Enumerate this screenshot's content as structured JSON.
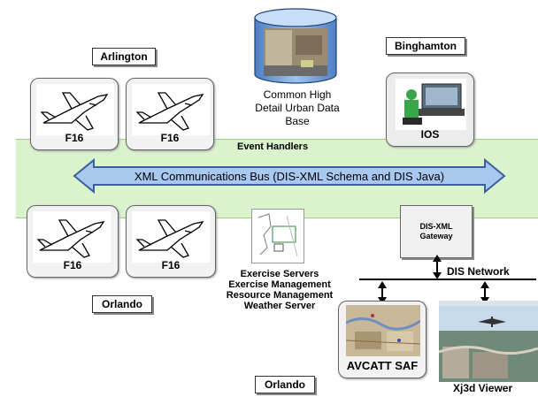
{
  "sites": {
    "arlington": "Arlington",
    "binghamton": "Binghamton",
    "orlando_left": "Orlando",
    "orlando_bottom": "Orlando"
  },
  "aircraft": {
    "label": "F16"
  },
  "database": {
    "line1": "Common High",
    "line2": "Detail Urban Data",
    "line3": "Base"
  },
  "ios": {
    "label": "IOS"
  },
  "bus": {
    "event_handlers": "Event Handlers",
    "label": "XML Communications Bus (DIS-XML Schema and DIS Java)"
  },
  "gateway": {
    "line1": "DIS-XML",
    "line2": "Gateway"
  },
  "network": {
    "label": "DIS Network"
  },
  "servers": {
    "line1": "Exercise Servers",
    "line2": "Exercise Management",
    "line3": "Resource Management",
    "line4": "Weather Server"
  },
  "saf": {
    "label": "AVCATT SAF"
  },
  "viewer": {
    "label": "Xj3d Viewer"
  },
  "colors": {
    "band": "#d9f3cc",
    "arrow_fill": "#a8c8f0",
    "arrow_stroke": "#3a5fa0"
  }
}
